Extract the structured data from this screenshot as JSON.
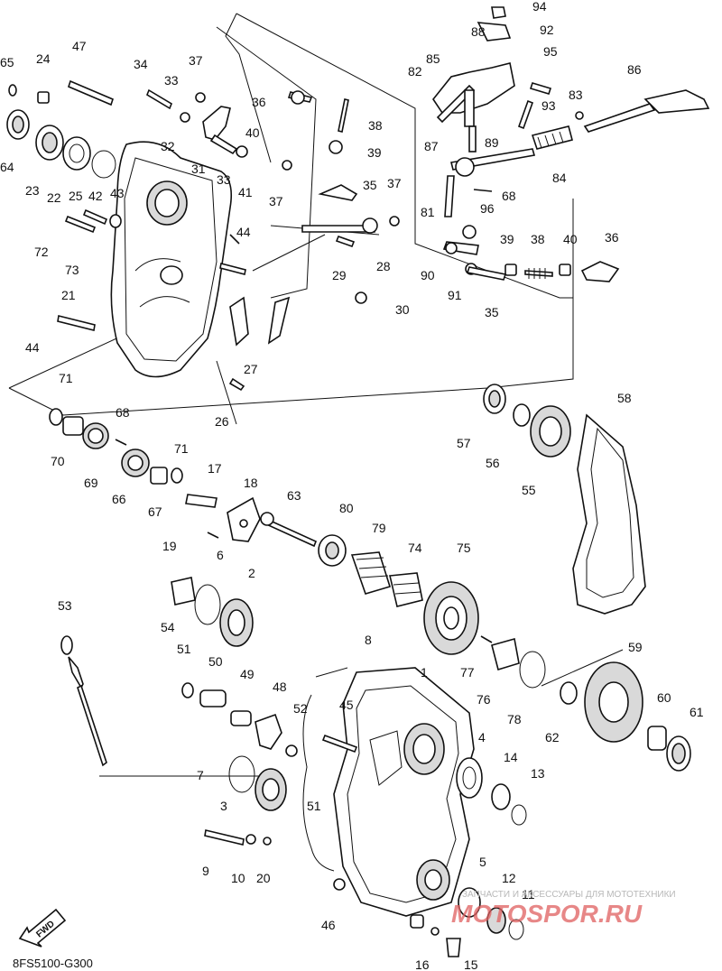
{
  "diagram_code": "8FS5100-G300",
  "direction_label": "FWD",
  "watermark": {
    "tagline": "ЗАПЧАСТИ И АКСЕССУАРЫ ДЛЯ МОТОТЕХНИКИ",
    "site": "MOTOSPOR.RU"
  },
  "callouts": [
    "94",
    "92",
    "88",
    "85",
    "95",
    "82",
    "86",
    "83",
    "93",
    "87",
    "89",
    "84",
    "81",
    "68",
    "96",
    "39",
    "38",
    "40",
    "36",
    "90",
    "91",
    "35",
    "47",
    "24",
    "65",
    "34",
    "33",
    "37",
    "36",
    "40",
    "38",
    "39",
    "35",
    "37",
    "32",
    "31",
    "33",
    "41",
    "37",
    "64",
    "23",
    "22",
    "25",
    "42",
    "43",
    "72",
    "73",
    "44",
    "28",
    "29",
    "30",
    "21",
    "27",
    "44",
    "26",
    "71",
    "68",
    "70",
    "69",
    "71",
    "66",
    "67",
    "17",
    "18",
    "63",
    "80",
    "79",
    "74",
    "75",
    "57",
    "56",
    "55",
    "58",
    "19",
    "6",
    "2",
    "54",
    "53",
    "8",
    "1",
    "51",
    "50",
    "49",
    "48",
    "52",
    "45",
    "77",
    "76",
    "78",
    "62",
    "59",
    "60",
    "61",
    "4",
    "14",
    "13",
    "7",
    "3",
    "51",
    "9",
    "10",
    "20",
    "46",
    "5",
    "12",
    "11",
    "16",
    "15"
  ]
}
